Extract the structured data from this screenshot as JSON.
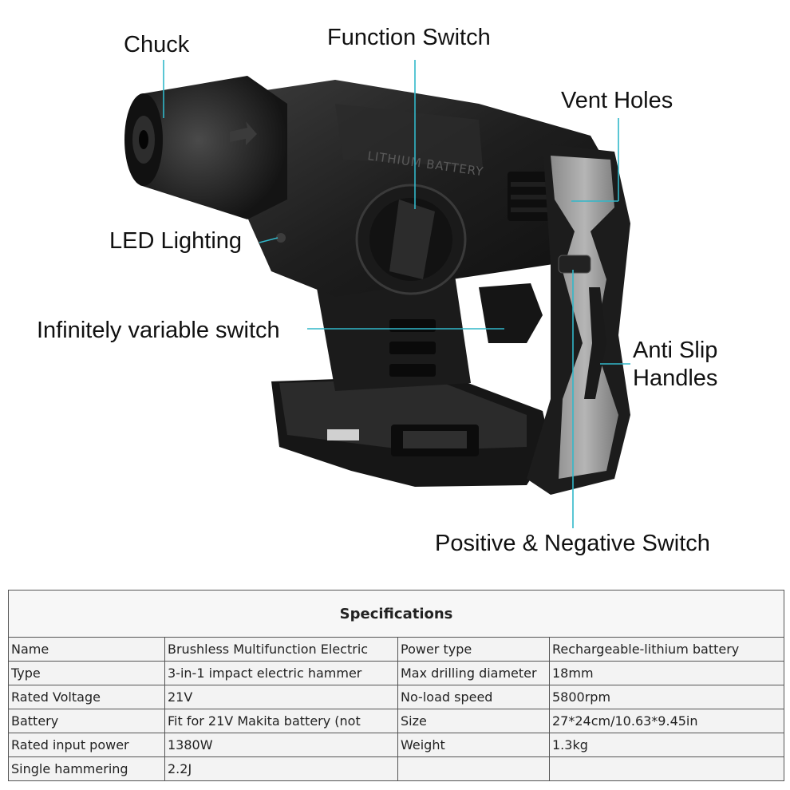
{
  "callouts": {
    "chuck": "Chuck",
    "function_switch": "Function Switch",
    "vent_holes": "Vent Holes",
    "led_lighting": "LED Lighting",
    "variable_switch": "Infinitely variable switch",
    "anti_slip_line1": "Anti Slip",
    "anti_slip_line2": "Handles",
    "direction_switch": "Positive & Negative Switch"
  },
  "tool_body_text": "LITHIUM BATTERY",
  "colors": {
    "callout_line": "#31b7c9",
    "body_dark": "#232323",
    "grip_gray": "#9c9c9c"
  },
  "specs": {
    "title": "Specifications",
    "rows": [
      {
        "label1": "Name",
        "value1": "Brushless Multifunction Electric",
        "label2": "Power type",
        "value2": "Rechargeable-lithium battery"
      },
      {
        "label1": "Type",
        "value1": "3-in-1 impact electric hammer",
        "label2": "Max drilling diameter",
        "value2": "18mm"
      },
      {
        "label1": "Rated Voltage",
        "value1": "21V",
        "label2": "No-load speed",
        "value2": "5800rpm"
      },
      {
        "label1": "Battery",
        "value1": "Fit for 21V Makita battery (not",
        "label2": "Size",
        "value2": "27*24cm/10.63*9.45in"
      },
      {
        "label1": "Rated input power",
        "value1": " 1380W",
        "label2": "Weight",
        "value2": "1.3kg"
      },
      {
        "label1": "Single hammering",
        "value1": "2.2J",
        "label2": "",
        "value2": ""
      }
    ]
  }
}
